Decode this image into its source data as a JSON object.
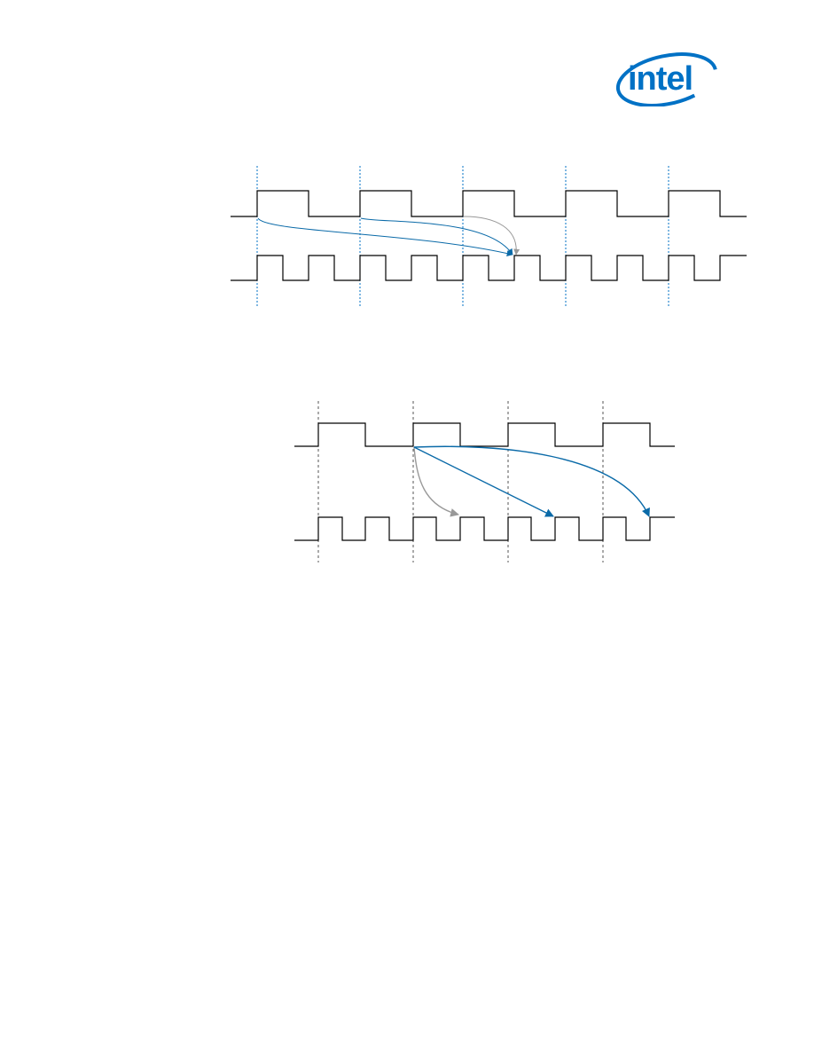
{
  "logo": {
    "text": "intel",
    "color": "#0071c5"
  },
  "colors": {
    "waveform": "#000000",
    "marker_blue": "#0071c5",
    "marker_gray": "#7f7f7f",
    "arrow_blue": "#0a6aa8",
    "arrow_gray": "#999999"
  },
  "diagrams": [
    {
      "name": "timing-diagram-1",
      "description_hidden": true,
      "slow_clock_periods": 5,
      "fast_to_slow_ratio": 2,
      "marker_style": "blue-dotted",
      "arrows": [
        {
          "from_edge": 0,
          "to_fast_edge": 5,
          "color": "blue"
        },
        {
          "from_edge": 1,
          "to_fast_edge": 5,
          "color": "blue"
        },
        {
          "from_edge": 2,
          "to_fast_edge": 5,
          "color": "gray"
        }
      ]
    },
    {
      "name": "timing-diagram-2",
      "slow_clock_periods": 4,
      "fast_to_slow_ratio": 2,
      "marker_style": "gray-dashed",
      "arrows": [
        {
          "from_edge": 1,
          "to_fast_edge": 3,
          "color": "gray"
        },
        {
          "from_edge": 1,
          "to_fast_edge": 5,
          "color": "blue"
        },
        {
          "from_edge": 1,
          "to_fast_edge": 7,
          "color": "blue"
        }
      ]
    }
  ]
}
